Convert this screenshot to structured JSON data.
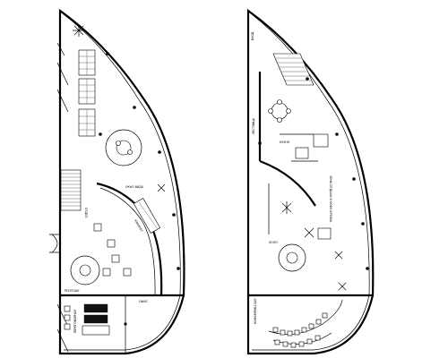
{
  "plan_left": {
    "label_left_dept": "ОТДЕЛ",
    "label_window_dept": "ОКНО ВИДА",
    "label_lower_right": "КАБИНЕТ",
    "label_bottom_room": "ПЕРЕГОВОРНАЯ",
    "label_bottom_side": "ОФИС",
    "label_reception": "РЕСЕПШН"
  },
  "plan_right": {
    "label_top": "ВХОД",
    "label_stair": "ЛЕСТНИЦА",
    "label_kitchen": "КУХНЯ",
    "label_lounge": "ЗОНА ОТДЫХА И КОФЕ-БРЕЙКА",
    "label_hall": "ХОЛЛ",
    "label_bottom": "КОНФЕРЕНЦ ЗАЛ"
  }
}
